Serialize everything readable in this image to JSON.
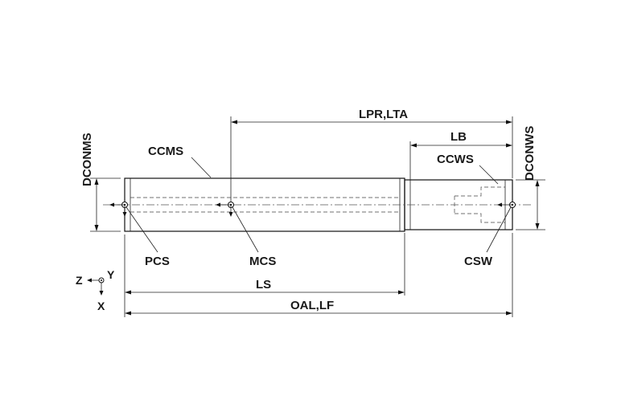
{
  "labels": {
    "dconms": "DCONMS",
    "dconws": "DCONWS",
    "lpr_lta": "LPR,LTA",
    "lb": "LB",
    "ccms": "CCMS",
    "ccws": "CCWS",
    "pcs": "PCS",
    "mcs": "MCS",
    "csw": "CSW",
    "ls": "LS",
    "oal_lf": "OAL,LF"
  },
  "axes": {
    "z": "Z",
    "y": "Y",
    "x": "X"
  }
}
